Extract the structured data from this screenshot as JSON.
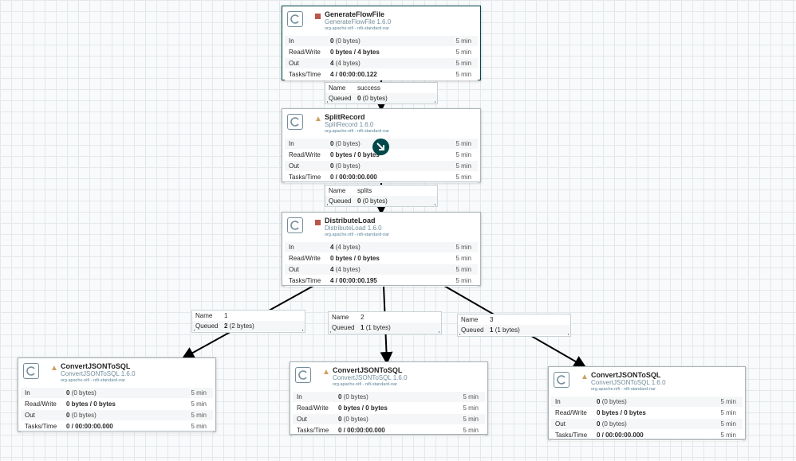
{
  "processors": [
    {
      "key": "generate",
      "title": "GenerateFlowFile",
      "type": "GenerateFlowFile 1.6.0",
      "bundle": "org.apache.nifi - nifi-standard-nar",
      "status": "stopped",
      "status_icon": "stopped-icon",
      "stats": [
        {
          "label": "In",
          "value": "0",
          "sub": "(0 bytes)",
          "time": "5 min"
        },
        {
          "label": "Read/Write",
          "value": "0 bytes / 4 bytes",
          "sub": "",
          "time": "5 min"
        },
        {
          "label": "Out",
          "value": "4",
          "sub": "(4 bytes)",
          "time": "5 min"
        },
        {
          "label": "Tasks/Time",
          "value": "4 / 00:00:00.122",
          "sub": "",
          "time": "5 min"
        }
      ]
    },
    {
      "key": "split",
      "title": "SplitRecord",
      "type": "SplitRecord 1.6.0",
      "bundle": "org.apache.nifi - nifi-standard-nar",
      "status": "invalid",
      "status_icon": "warning-icon",
      "stats": [
        {
          "label": "In",
          "value": "0",
          "sub": "(0 bytes)",
          "time": "5 min"
        },
        {
          "label": "Read/Write",
          "value": "0 bytes / 0 bytes",
          "sub": "",
          "time": "5 min"
        },
        {
          "label": "Out",
          "value": "0",
          "sub": "(0 bytes)",
          "time": "5 min"
        },
        {
          "label": "Tasks/Time",
          "value": "0 / 00:00:00.000",
          "sub": "",
          "time": "5 min"
        }
      ]
    },
    {
      "key": "distribute",
      "title": "DistributeLoad",
      "type": "DistributeLoad 1.6.0",
      "bundle": "org.apache.nifi - nifi-standard-nar",
      "status": "stopped",
      "status_icon": "stopped-icon",
      "stats": [
        {
          "label": "In",
          "value": "4",
          "sub": "(4 bytes)",
          "time": "5 min"
        },
        {
          "label": "Read/Write",
          "value": "0 bytes / 0 bytes",
          "sub": "",
          "time": "5 min"
        },
        {
          "label": "Out",
          "value": "4",
          "sub": "(4 bytes)",
          "time": "5 min"
        },
        {
          "label": "Tasks/Time",
          "value": "4 / 00:00:00.195",
          "sub": "",
          "time": "5 min"
        }
      ]
    },
    {
      "key": "convert1",
      "title": "ConvertJSONToSQL",
      "type": "ConvertJSONToSQL 1.6.0",
      "bundle": "org.apache.nifi - nifi-standard-nar",
      "status": "invalid",
      "status_icon": "warning-icon",
      "stats": [
        {
          "label": "In",
          "value": "0",
          "sub": "(0 bytes)",
          "time": "5 min"
        },
        {
          "label": "Read/Write",
          "value": "0 bytes / 0 bytes",
          "sub": "",
          "time": "5 min"
        },
        {
          "label": "Out",
          "value": "0",
          "sub": "(0 bytes)",
          "time": "5 min"
        },
        {
          "label": "Tasks/Time",
          "value": "0 / 00:00:00.000",
          "sub": "",
          "time": "5 min"
        }
      ]
    },
    {
      "key": "convert2",
      "title": "ConvertJSONToSQL",
      "type": "ConvertJSONToSQL 1.6.0",
      "bundle": "org.apache.nifi - nifi-standard-nar",
      "status": "invalid",
      "status_icon": "warning-icon",
      "stats": [
        {
          "label": "In",
          "value": "0",
          "sub": "(0 bytes)",
          "time": "5 min"
        },
        {
          "label": "Read/Write",
          "value": "0 bytes / 0 bytes",
          "sub": "",
          "time": "5 min"
        },
        {
          "label": "Out",
          "value": "0",
          "sub": "(0 bytes)",
          "time": "5 min"
        },
        {
          "label": "Tasks/Time",
          "value": "0 / 00:00:00.000",
          "sub": "",
          "time": "5 min"
        }
      ]
    },
    {
      "key": "convert3",
      "title": "ConvertJSONToSQL",
      "type": "ConvertJSONToSQL 1.6.0",
      "bundle": "org.apache.nifi - nifi-standard-nar",
      "status": "invalid",
      "status_icon": "warning-icon",
      "stats": [
        {
          "label": "In",
          "value": "0",
          "sub": "(0 bytes)",
          "time": "5 min"
        },
        {
          "label": "Read/Write",
          "value": "0 bytes / 0 bytes",
          "sub": "",
          "time": "5 min"
        },
        {
          "label": "Out",
          "value": "0",
          "sub": "(0 bytes)",
          "time": "5 min"
        },
        {
          "label": "Tasks/Time",
          "value": "0 / 00:00:00.000",
          "sub": "",
          "time": "5 min"
        }
      ]
    }
  ],
  "connections": [
    {
      "name_label": "Name",
      "name": "success",
      "queued_label": "Queued",
      "queued": "0",
      "queued_sub": "(0 bytes)"
    },
    {
      "name_label": "Name",
      "name": "splits",
      "queued_label": "Queued",
      "queued": "0",
      "queued_sub": "(0 bytes)"
    },
    {
      "name_label": "Name",
      "name": "1",
      "queued_label": "Queued",
      "queued": "2",
      "queued_sub": "(2 bytes)"
    },
    {
      "name_label": "Name",
      "name": "2",
      "queued_label": "Queued",
      "queued": "1",
      "queued_sub": "(1 bytes)"
    },
    {
      "name_label": "Name",
      "name": "3",
      "queued_label": "Queued",
      "queued": "1",
      "queued_sub": "(1 bytes)"
    }
  ],
  "colors": {
    "stopped": "#ba554a",
    "warning": "#cf9f5d",
    "selected_border": "#004849",
    "accent": "#728e9b"
  },
  "canvas_icons": [
    "processor-icon",
    "stopped-icon",
    "warning-icon",
    "connection-bend-icon"
  ]
}
